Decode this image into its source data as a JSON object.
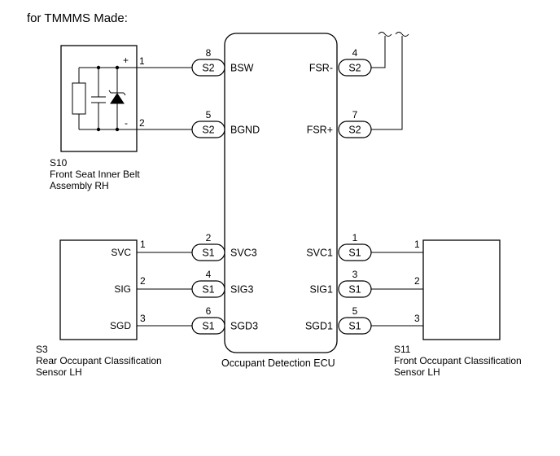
{
  "header": "for TMMMS Made:",
  "ecu": {
    "label": "Occupant Detection ECU"
  },
  "belt": {
    "code": "S10",
    "name_line1": "Front Seat Inner Belt",
    "name_line2": "Assembly RH",
    "pin_plus_sign": "+",
    "pin_minus_sign": "-",
    "pin_plus": "1",
    "pin_minus": "2"
  },
  "rear_sensor": {
    "code": "S3",
    "name_line1": "Rear Occupant Classification",
    "name_line2": "Sensor LH",
    "pins": [
      {
        "label": "SVC",
        "num": "1"
      },
      {
        "label": "SIG",
        "num": "2"
      },
      {
        "label": "SGD",
        "num": "3"
      }
    ]
  },
  "front_sensor": {
    "code": "S11",
    "name_line1": "Front Occupant Classification",
    "name_line2": "Sensor LH",
    "pins": [
      {
        "num": "1"
      },
      {
        "num": "2"
      },
      {
        "num": "3"
      }
    ]
  },
  "ecu_left_terminals": [
    {
      "connector": "S2",
      "pin": "8",
      "name": "BSW"
    },
    {
      "connector": "S2",
      "pin": "5",
      "name": "BGND"
    },
    {
      "connector": "S1",
      "pin": "2",
      "name": "SVC3"
    },
    {
      "connector": "S1",
      "pin": "4",
      "name": "SIG3"
    },
    {
      "connector": "S1",
      "pin": "6",
      "name": "SGD3"
    }
  ],
  "ecu_right_terminals": [
    {
      "connector": "S2",
      "pin": "4",
      "name": "FSR-"
    },
    {
      "connector": "S2",
      "pin": "7",
      "name": "FSR+"
    },
    {
      "connector": "S1",
      "pin": "1",
      "name": "SVC1"
    },
    {
      "connector": "S1",
      "pin": "3",
      "name": "SIG1"
    },
    {
      "connector": "S1",
      "pin": "5",
      "name": "SGD1"
    }
  ]
}
